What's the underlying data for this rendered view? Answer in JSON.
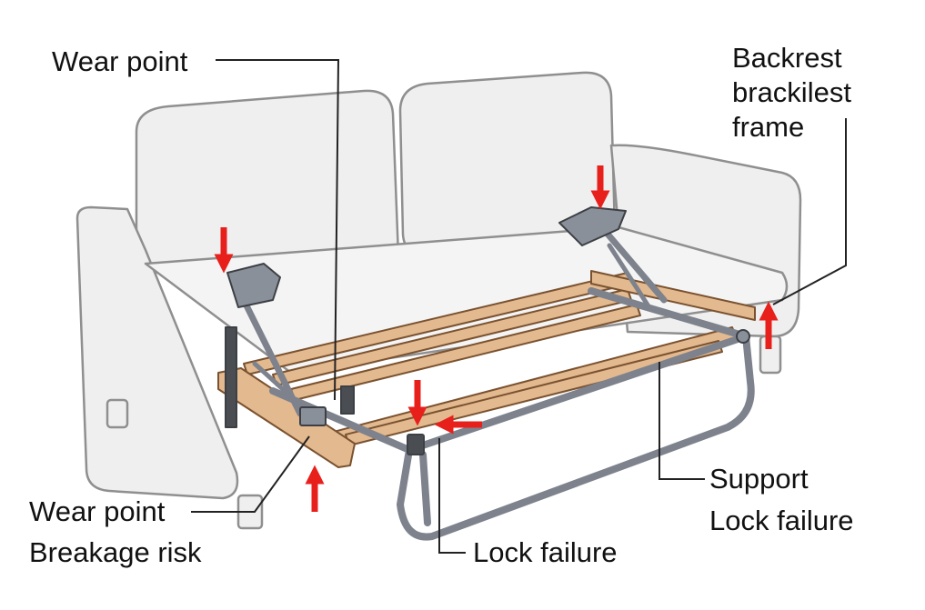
{
  "labels": {
    "wear_point_top": "Wear point",
    "backrest_line1": "Backrest",
    "backrest_line2": "brackilest",
    "backrest_line3": "frame",
    "wear_point_bottom": "Wear point",
    "breakage_risk": "Breakage risk",
    "support": "Support",
    "lock_failure_right": "Lock failure",
    "lock_failure_bottom": "Lock failure"
  },
  "colors": {
    "arrow": "#e8201c",
    "frame": "#7d828c",
    "wood": "#e3b98f",
    "sofa_fill": "#efefef",
    "sofa_line": "#8f8f8f",
    "leader": "#222222",
    "text": "#111111"
  }
}
